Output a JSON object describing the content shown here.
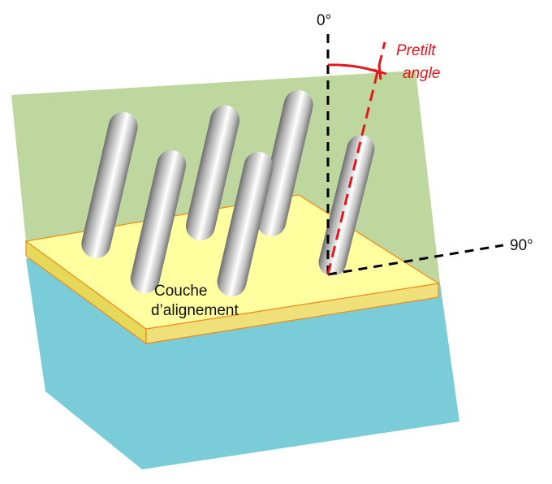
{
  "labels": {
    "zero_deg": "0°",
    "ninety_deg": "90°",
    "pretilt_line1": "Pretilt",
    "pretilt_line2": "angle",
    "layer_line1": "Couche",
    "layer_line2": "d’alignement"
  },
  "colors": {
    "green_plane": "#bdd79e",
    "substrate": "#79ccd8",
    "alignment_layer_top": "#ffff9f",
    "alignment_layer_edge": "#e6d95a",
    "alignment_layer_outline": "#f28a1a",
    "axis_line": "#000000",
    "pretilt": "#e8161b"
  },
  "pretilt_angle_deg": 14
}
